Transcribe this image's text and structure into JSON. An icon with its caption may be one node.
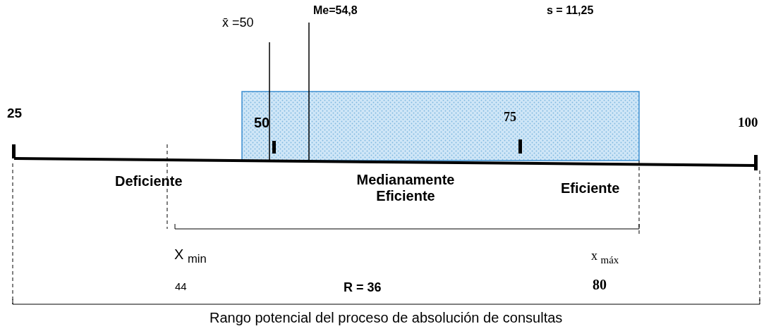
{
  "diagram": {
    "labels": [
      "x̄ =50",
      "Me=54,8",
      "s = 11,25",
      "25",
      "50",
      "75",
      "100",
      "Deficiente",
      "Medianamente Eficiente",
      "Eficiente",
      "X $_{min}$",
      "x $_{máx}$",
      "44",
      "R = 36",
      "80",
      "Rango potencial del proceso de absolución de consultas"
    ]
  }
}
